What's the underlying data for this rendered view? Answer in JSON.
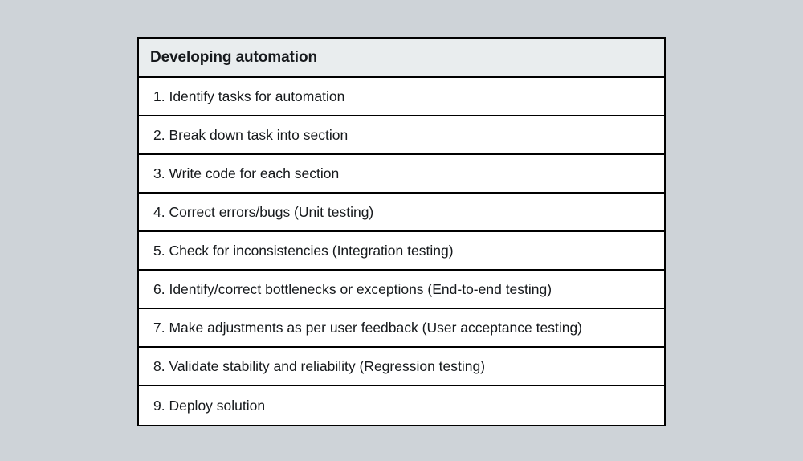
{
  "page": {
    "background_color": "#ced3d8"
  },
  "table": {
    "header": {
      "title": "Developing automation",
      "background_color": "#e9edee",
      "text_color": "#16191c"
    },
    "border_color": "#000000",
    "row_background_color": "#ffffff",
    "rows": [
      {
        "number": "1.",
        "text": "1. Identify tasks for automation"
      },
      {
        "number": "2.",
        "text": "2. Break down task into section"
      },
      {
        "number": "3.",
        "text": "3. Write code for each section"
      },
      {
        "number": "4.",
        "text": "4. Correct errors/bugs (Unit testing)"
      },
      {
        "number": "5.",
        "text": "5. Check for inconsistencies (Integration testing)"
      },
      {
        "number": "6.",
        "text": "6. Identify/correct bottlenecks or exceptions (End-to-end testing)"
      },
      {
        "number": "7.",
        "text": "7. Make adjustments as per user feedback (User acceptance testing)"
      },
      {
        "number": "8.",
        "text": "8. Validate stability and reliability (Regression testing)"
      },
      {
        "number": "9.",
        "text": "9. Deploy solution"
      }
    ]
  }
}
